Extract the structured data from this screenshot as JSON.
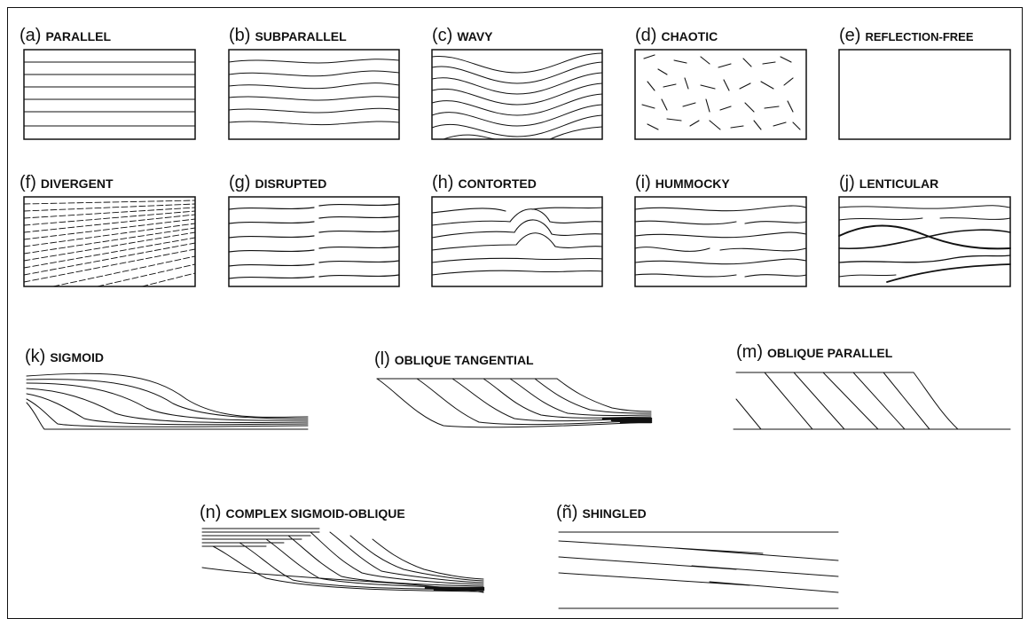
{
  "figure": {
    "panels": [
      {
        "id": "a",
        "prefix": "(a)",
        "name": "PARALLEL"
      },
      {
        "id": "b",
        "prefix": "(b)",
        "name": "SUBPARALLEL"
      },
      {
        "id": "c",
        "prefix": "(c)",
        "name": "WAVY"
      },
      {
        "id": "d",
        "prefix": "(d)",
        "name": "CHAOTIC"
      },
      {
        "id": "e",
        "prefix": "(e)",
        "name": "REFLECTION-FREE"
      },
      {
        "id": "f",
        "prefix": "(f)",
        "name": "DIVERGENT"
      },
      {
        "id": "g",
        "prefix": "(g)",
        "name": "DISRUPTED"
      },
      {
        "id": "h",
        "prefix": "(h)",
        "name": "CONTORTED"
      },
      {
        "id": "i",
        "prefix": "(i)",
        "name": "HUMMOCKY"
      },
      {
        "id": "j",
        "prefix": "(j)",
        "name": "LENTICULAR"
      },
      {
        "id": "k",
        "prefix": "(k)",
        "name": "SIGMOID"
      },
      {
        "id": "l",
        "prefix": "(l)",
        "name": "OBLIQUE TANGENTIAL"
      },
      {
        "id": "m",
        "prefix": "(m)",
        "name": "OBLIQUE PARALLEL"
      },
      {
        "id": "n",
        "prefix": "(n)",
        "name": "COMPLEX SIGMOID-OBLIQUE"
      },
      {
        "id": "enye",
        "prefix": "(ñ)",
        "name": "SHINGLED"
      }
    ]
  }
}
